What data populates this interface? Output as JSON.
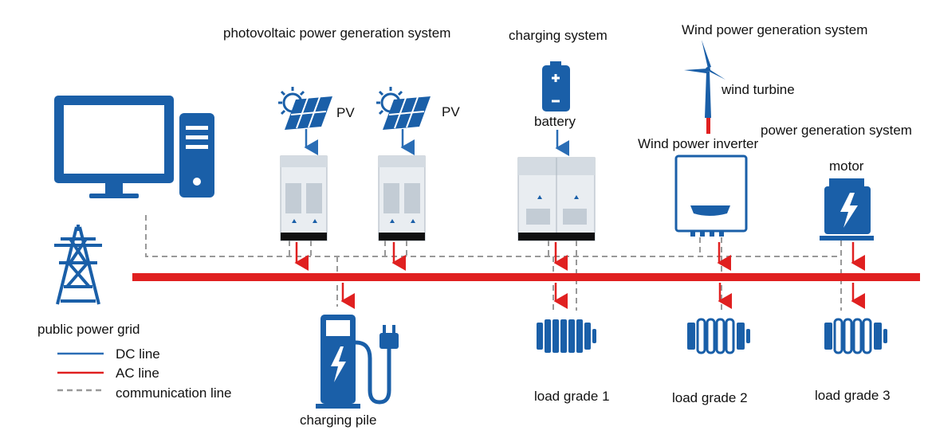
{
  "labels": {
    "pv_system": "photovoltaic power generation system",
    "charging_system": "charging system",
    "wind_system": "Wind power generation system",
    "wind_turbine": "wind turbine",
    "power_gen_system": "power generation system",
    "wind_inverter": "Wind power inverter",
    "motor": "motor",
    "pv1": "PV",
    "pv2": "PV",
    "battery": "battery",
    "public_grid": "public power grid",
    "charging_pile": "charging pile",
    "load1": "load grade 1",
    "load2": "load grade 2",
    "load3": "load grade 3"
  },
  "legend": [
    {
      "label": "DC line",
      "color": "#2a6db5",
      "style": "solid"
    },
    {
      "label": "AC line",
      "color": "#e02020",
      "style": "solid"
    },
    {
      "label": "communication line",
      "color": "#999999",
      "style": "dashed"
    }
  ],
  "colors": {
    "equipment_blue": "#1a5fa8",
    "ac_bus": "#e02020",
    "dc_line": "#2a6db5",
    "comm_line": "#999999",
    "inverter_gray": "#e9edf1"
  },
  "icons": [
    "computer-icon",
    "transmission-tower-icon",
    "solar-panel-icon",
    "battery-icon",
    "wind-turbine-icon",
    "inverter-icon",
    "motor-icon",
    "charging-pile-icon",
    "load-icon"
  ]
}
